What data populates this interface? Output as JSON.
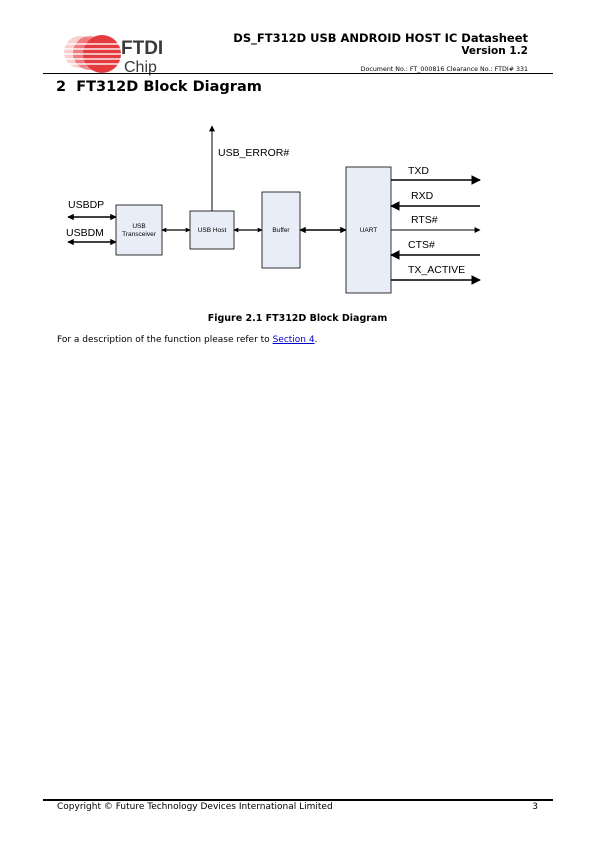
{
  "header": {
    "title": "DS_FT312D USB ANDROID HOST IC Datasheet",
    "version": "Version 1.2",
    "doc_info": "Document No.: FT_000816 Clearance No.: FTDI# 331",
    "logo_text_top": "FTDI",
    "logo_text_bottom": "Chip"
  },
  "section": {
    "number": "2",
    "title": "FT312D Block Diagram"
  },
  "diagram": {
    "error_signal": "USB_ERROR#",
    "usb_lines": [
      "USBDP",
      "USBDM"
    ],
    "blocks": {
      "transceiver_line1": "USB",
      "transceiver_line2": "Transceiver",
      "host": "USB Host",
      "buffer": "Buffer",
      "uart": "UART"
    },
    "signals": [
      "TXD",
      "RXD",
      "RTS#",
      "CTS#",
      "TX_ACTIVE"
    ]
  },
  "caption": "Figure 2.1 FT312D Block Diagram",
  "body": {
    "text_before": "For a description of the function please refer to ",
    "link": "Section 4",
    "text_after": "."
  },
  "footer": {
    "copyright": "Copyright © Future Technology Devices International Limited",
    "page_number": "3"
  },
  "colors": {
    "block_fill": "#e8edf7",
    "logo_red": "#e3262b",
    "logo_dark": "#3a3a3a",
    "link": "#0000cc"
  }
}
